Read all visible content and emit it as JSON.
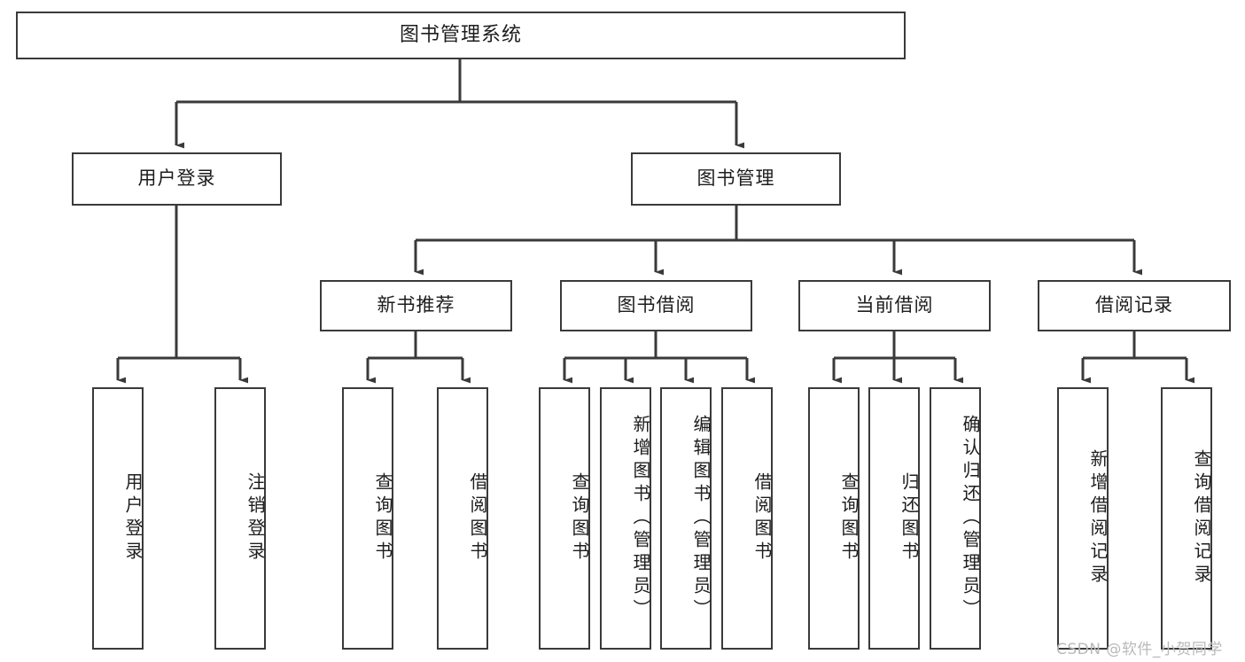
{
  "diagram": {
    "title": "图书管理系统",
    "type": "hierarchy-tree",
    "orientation": "top-down",
    "line_color": "#3a3a3a",
    "box_fill": "#ffffff",
    "text_color": "#1d1d1d"
  },
  "nodes": {
    "root": {
      "label": "图书管理系统",
      "level": 1
    },
    "level2": [
      {
        "id": "user-login",
        "label": "用户登录"
      },
      {
        "id": "book-management",
        "label": "图书管理"
      }
    ],
    "level3": [
      {
        "id": "new-book-recommend",
        "label": "新书推荐"
      },
      {
        "id": "book-borrow",
        "label": "图书借阅"
      },
      {
        "id": "current-borrow",
        "label": "当前借阅"
      },
      {
        "id": "borrow-record",
        "label": "借阅记录"
      }
    ],
    "leaves": [
      {
        "id": "leaf-user-login",
        "label": "用户登录",
        "parent": "user-login"
      },
      {
        "id": "leaf-logout-login",
        "label": "注销登录",
        "parent": "user-login"
      },
      {
        "id": "leaf-query-book-1",
        "label": "查询图书",
        "parent": "new-book-recommend"
      },
      {
        "id": "leaf-borrow-book-1",
        "label": "借阅图书",
        "parent": "new-book-recommend"
      },
      {
        "id": "leaf-query-book-2",
        "label": "查询图书",
        "parent": "book-borrow"
      },
      {
        "id": "leaf-add-book",
        "label": "新增图书（管理员）",
        "parent": "book-borrow"
      },
      {
        "id": "leaf-edit-book",
        "label": "编辑图书（管理员）",
        "parent": "book-borrow"
      },
      {
        "id": "leaf-borrow-book-2",
        "label": "借阅图书",
        "parent": "book-borrow"
      },
      {
        "id": "leaf-query-book-3",
        "label": "查询图书",
        "parent": "current-borrow"
      },
      {
        "id": "leaf-return-book",
        "label": "归还图书",
        "parent": "current-borrow"
      },
      {
        "id": "leaf-confirm-return",
        "label": "确认归还（管理员）",
        "parent": "current-borrow"
      },
      {
        "id": "leaf-add-record",
        "label": "新增借阅记录",
        "parent": "borrow-record"
      },
      {
        "id": "leaf-query-record",
        "label": "查询借阅记录",
        "parent": "borrow-record"
      }
    ]
  },
  "watermark": {
    "text": "CSDN @软件_小贺同学"
  }
}
